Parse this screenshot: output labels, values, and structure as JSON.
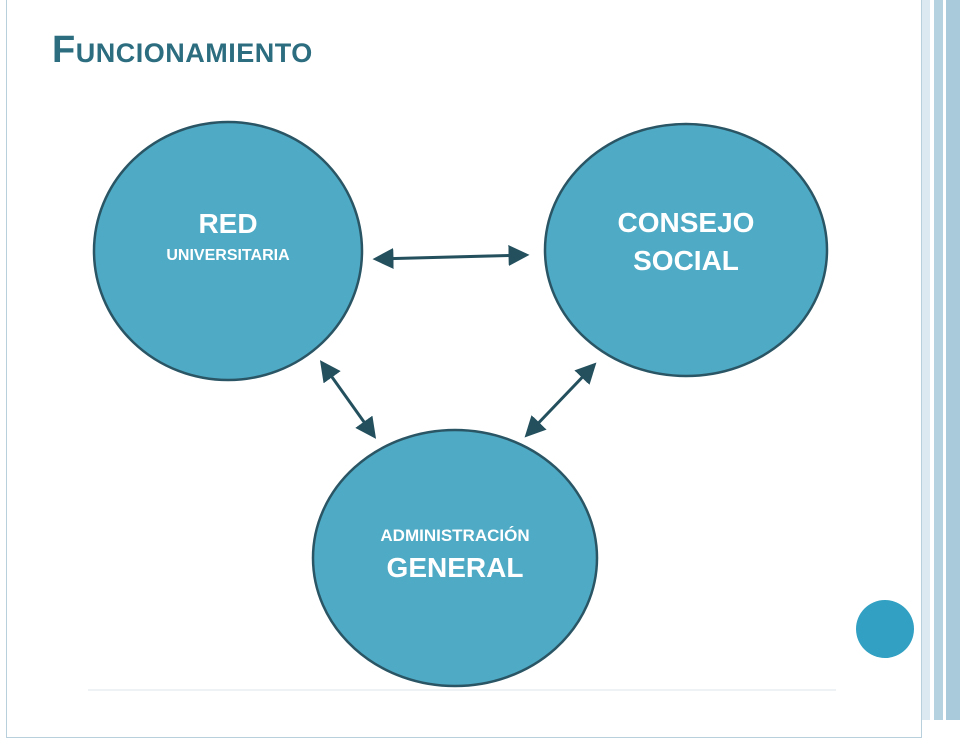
{
  "slide": {
    "title_initial": "F",
    "title_rest": "uncionamiento"
  },
  "nodes": {
    "red": {
      "line1": "RED",
      "line2": "UNIVERSITARIA"
    },
    "consejo": {
      "line1": "CONSEJO",
      "line2": "SOCIAL"
    },
    "administracion": {
      "line1": "ADMINISTRACIÓN",
      "line2": "GENERAL"
    }
  },
  "colors": {
    "title": "#2c6d80",
    "node_fill": "#4eaac5",
    "node_stroke": "#2a5564",
    "arrow": "#24505e",
    "accent_dot": "#31a0c2"
  }
}
